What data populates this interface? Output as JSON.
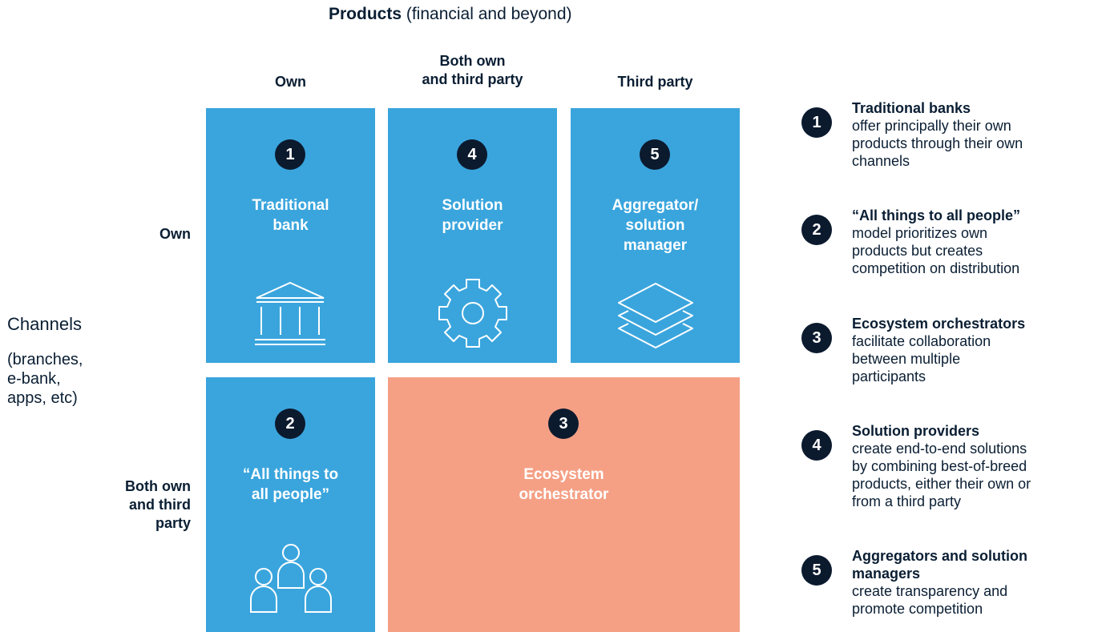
{
  "title": {
    "bold": "Products",
    "rest": " (financial and beyond)"
  },
  "columns": [
    "Own",
    "Both own and third party",
    "Third party"
  ],
  "columns_display": {
    "own": "Own",
    "both_line1": "Both own",
    "both_line2": "and third party",
    "third": "Third party"
  },
  "rows": {
    "own": "Own",
    "both_line1": "Both own",
    "both_line2": "and third",
    "both_line3": "party"
  },
  "channels": {
    "title": "Channels",
    "sub_line1": "(branches,",
    "sub_line2": "e-bank,",
    "sub_line3": "apps, etc)"
  },
  "cells": [
    {
      "number": "1",
      "label_line1": "Traditional",
      "label_line2": "bank",
      "label_line3": "",
      "icon": "bank-icon",
      "color": "#3aa5dd"
    },
    {
      "number": "4",
      "label_line1": "Solution",
      "label_line2": "provider",
      "label_line3": "",
      "icon": "gear-icon",
      "color": "#3aa5dd"
    },
    {
      "number": "5",
      "label_line1": "Aggregator/",
      "label_line2": "solution",
      "label_line3": "manager",
      "icon": "layers-icon",
      "color": "#3aa5dd"
    },
    {
      "number": "2",
      "label_line1": "“All things to",
      "label_line2": "all people”",
      "label_line3": "",
      "icon": "people-icon",
      "color": "#3aa5dd"
    },
    {
      "number": "3",
      "label_line1": "Ecosystem",
      "label_line2": "orchestrator",
      "label_line3": "",
      "icon": "",
      "color": "#f5a085"
    }
  ],
  "legend": [
    {
      "number": "1",
      "title": "Traditional banks",
      "desc_lines": [
        "offer principally their own",
        "products through their own",
        "channels"
      ]
    },
    {
      "number": "2",
      "title": "“All things to all people”",
      "desc_lines": [
        "model prioritizes own",
        "products but creates",
        "competition on distribution"
      ]
    },
    {
      "number": "3",
      "title": "Ecosystem orchestrators",
      "desc_lines": [
        "facilitate collaboration",
        "between multiple",
        "participants"
      ]
    },
    {
      "number": "4",
      "title": "Solution providers",
      "desc_lines": [
        "create end-to-end solutions",
        "by combining best-of-breed",
        "products, either their own or",
        "from a third party"
      ]
    },
    {
      "number": "5",
      "title_lines": [
        "Aggregators and solution",
        "managers"
      ],
      "desc_lines": [
        "create transparency and",
        "promote competition"
      ]
    }
  ],
  "colors": {
    "blue": "#3aa5dd",
    "orange": "#f5a085",
    "dark": "#0c1a2e"
  }
}
